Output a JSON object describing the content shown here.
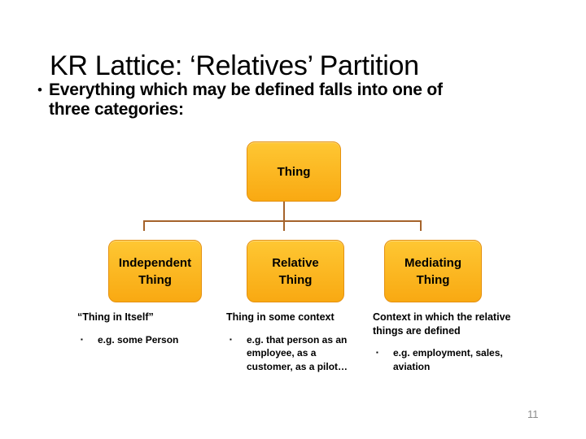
{
  "slide": {
    "title": "KR Lattice: ‘Relatives’ Partition",
    "bullet_marker": "•",
    "bullet_text": "Everything which may be defined falls into one of\nthree categories:",
    "page_number": "11"
  },
  "diagram": {
    "root_label": "Thing",
    "nodes": [
      {
        "label": "Independent\nThing"
      },
      {
        "label": "Relative\nThing"
      },
      {
        "label": "Mediating\nThing"
      }
    ]
  },
  "columns": [
    {
      "heading": "“Thing in Itself”",
      "bullet_marker": "▪",
      "bullet": "e.g. some Person"
    },
    {
      "heading": "Thing in some context",
      "bullet_marker": "▪",
      "bullet": "e.g. that person as an\nemployee, as a\ncustomer, as a pilot…"
    },
    {
      "heading": "Context in which the relative\nthings are defined",
      "bullet_marker": "▪",
      "bullet": "e.g. employment, sales,\naviation"
    }
  ],
  "colors": {
    "box_fill_top": "#FEC733",
    "box_fill_bottom": "#F9A912",
    "box_border": "#E59110",
    "connector": "#A5632B",
    "page_number": "#8C8C8C",
    "text": "#000000"
  }
}
